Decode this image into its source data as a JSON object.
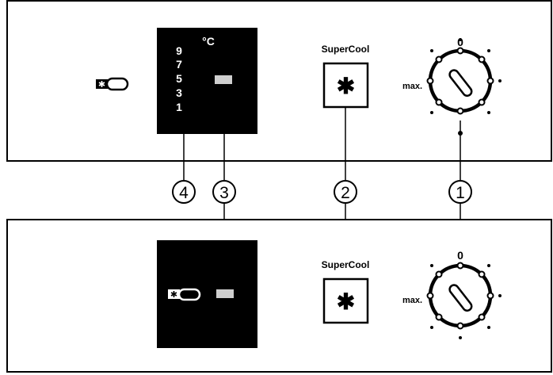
{
  "top_panel": {
    "indicator_symbol": "✱",
    "display": {
      "unit": "°C",
      "scale": [
        "9",
        "7",
        "5",
        "3",
        "1"
      ]
    },
    "supercool": {
      "label": "SuperCool",
      "button_symbol": "✱"
    },
    "dial": {
      "zero_label": "0",
      "max_label": "max."
    }
  },
  "bottom_panel": {
    "display": {
      "indicator_symbol": "✱"
    },
    "supercool": {
      "label": "SuperCool",
      "button_symbol": "✱"
    },
    "dial": {
      "zero_label": "0",
      "max_label": "max."
    }
  },
  "callouts": [
    "4",
    "3",
    "2",
    "1"
  ]
}
